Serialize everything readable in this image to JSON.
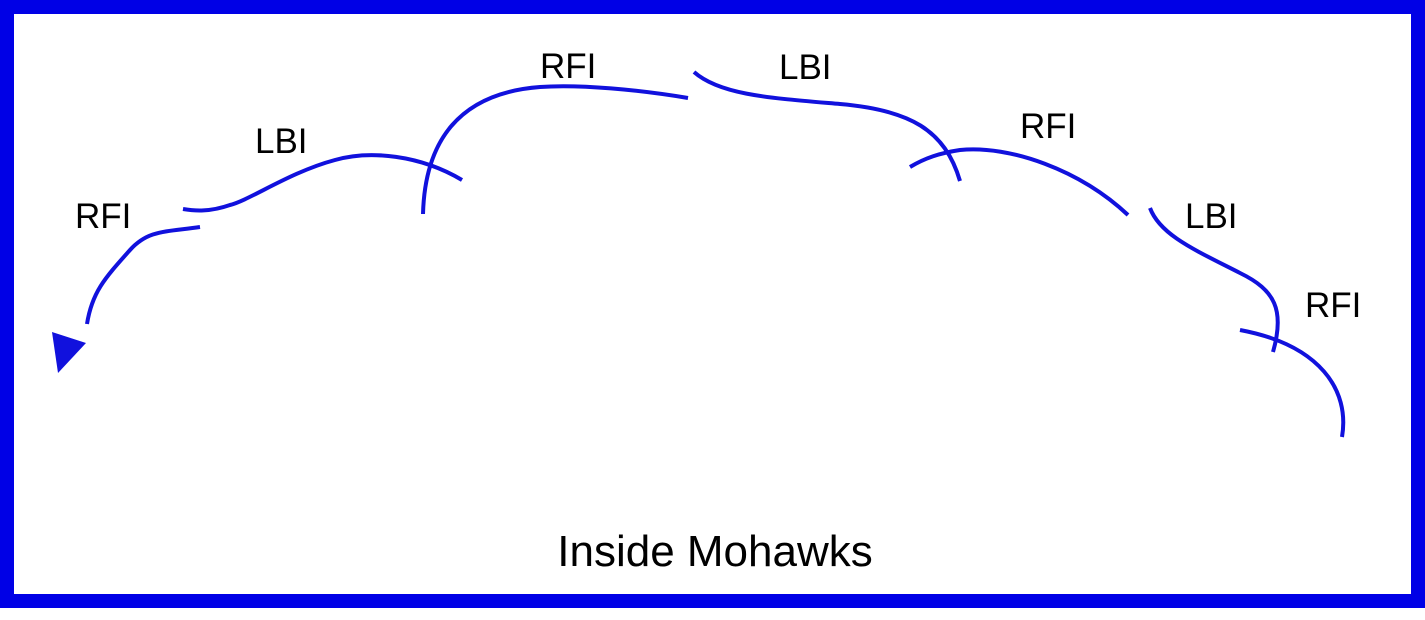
{
  "colors": {
    "frame": "#0000e6",
    "trace": "#1111dd",
    "text": "#000000"
  },
  "diagram": {
    "title": "Inside Mohawks",
    "edges": [
      {
        "label": "RFI"
      },
      {
        "label": "LBI"
      },
      {
        "label": "RFI"
      },
      {
        "label": "LBI"
      },
      {
        "label": "RFI"
      },
      {
        "label": "LBI"
      },
      {
        "label": "RFI"
      }
    ],
    "direction_icon": "arrow-down-left-icon"
  }
}
